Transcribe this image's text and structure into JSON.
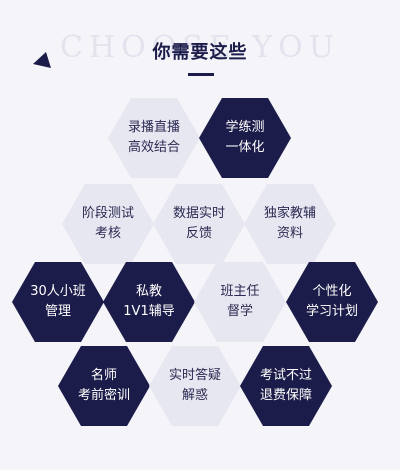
{
  "header": {
    "watermark": "CHOOSE YOU",
    "title": "你需要这些"
  },
  "colors": {
    "dark": "#1c1c4a",
    "light": "#e7e7f1",
    "background": "#f4f4f9"
  },
  "hexagons": [
    {
      "id": "recorded-live",
      "line1": "录播直播",
      "line2": "高效结合",
      "style": "light"
    },
    {
      "id": "learn-practice-test",
      "line1": "学练测",
      "line2": "一体化",
      "style": "dark"
    },
    {
      "id": "stage-testing",
      "line1": "阶段测试",
      "line2": "考核",
      "style": "light"
    },
    {
      "id": "realtime-data",
      "line1": "数据实时",
      "line2": "反馈",
      "style": "light"
    },
    {
      "id": "exclusive-materials",
      "line1": "独家教辅",
      "line2": "资料",
      "style": "light"
    },
    {
      "id": "small-class",
      "line1": "30人小班",
      "line2": "管理",
      "style": "dark"
    },
    {
      "id": "private-tutoring",
      "line1": "私教",
      "line2": "1V1辅导",
      "style": "dark"
    },
    {
      "id": "class-supervisor",
      "line1": "班主任",
      "line2": "督学",
      "style": "light"
    },
    {
      "id": "personalized-plan",
      "line1": "个性化",
      "line2": "学习计划",
      "style": "dark"
    },
    {
      "id": "famous-teacher",
      "line1": "名师",
      "line2": "考前密训",
      "style": "dark"
    },
    {
      "id": "realtime-qa",
      "line1": "实时答疑",
      "line2": "解惑",
      "style": "light"
    },
    {
      "id": "refund-guarantee",
      "line1": "考试不过",
      "line2": "退费保障",
      "style": "dark"
    }
  ]
}
